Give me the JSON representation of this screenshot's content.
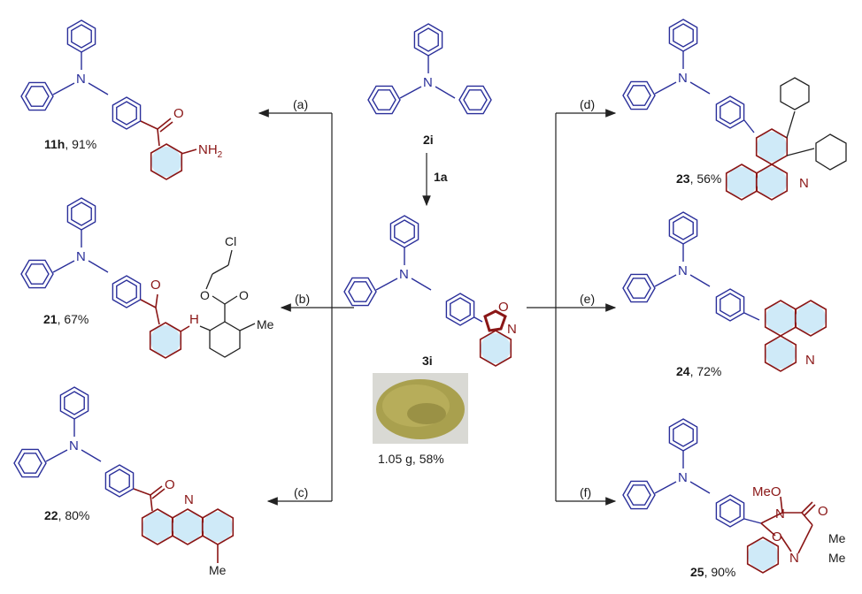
{
  "center": {
    "start_label": "2i",
    "reagent": "1a",
    "product_label": "3i",
    "scale_caption": "1.05 g, 58%"
  },
  "conditions": {
    "a": "(a)",
    "b": "(b)",
    "c": "(c)",
    "d": "(d)",
    "e": "(e)",
    "f": "(f)"
  },
  "products": [
    {
      "id": "11h",
      "yield": ", 91%"
    },
    {
      "id": "21",
      "yield": ", 67%"
    },
    {
      "id": "22",
      "yield": ", 80%"
    },
    {
      "id": "23",
      "yield": ", 56%"
    },
    {
      "id": "24",
      "yield": ", 72%"
    },
    {
      "id": "25",
      "yield": ", 90%"
    }
  ],
  "atoms": {
    "N": "N",
    "O": "O",
    "NH2": "NH",
    "NH2_sub": "2",
    "H": "H",
    "Cl": "Cl",
    "Me": "Me",
    "MeO": "MeO"
  },
  "colors": {
    "triphenylamine": "#2a2f9a",
    "heterocycle": "#8a1616",
    "aromatic_fill": "#bfe3f5"
  }
}
